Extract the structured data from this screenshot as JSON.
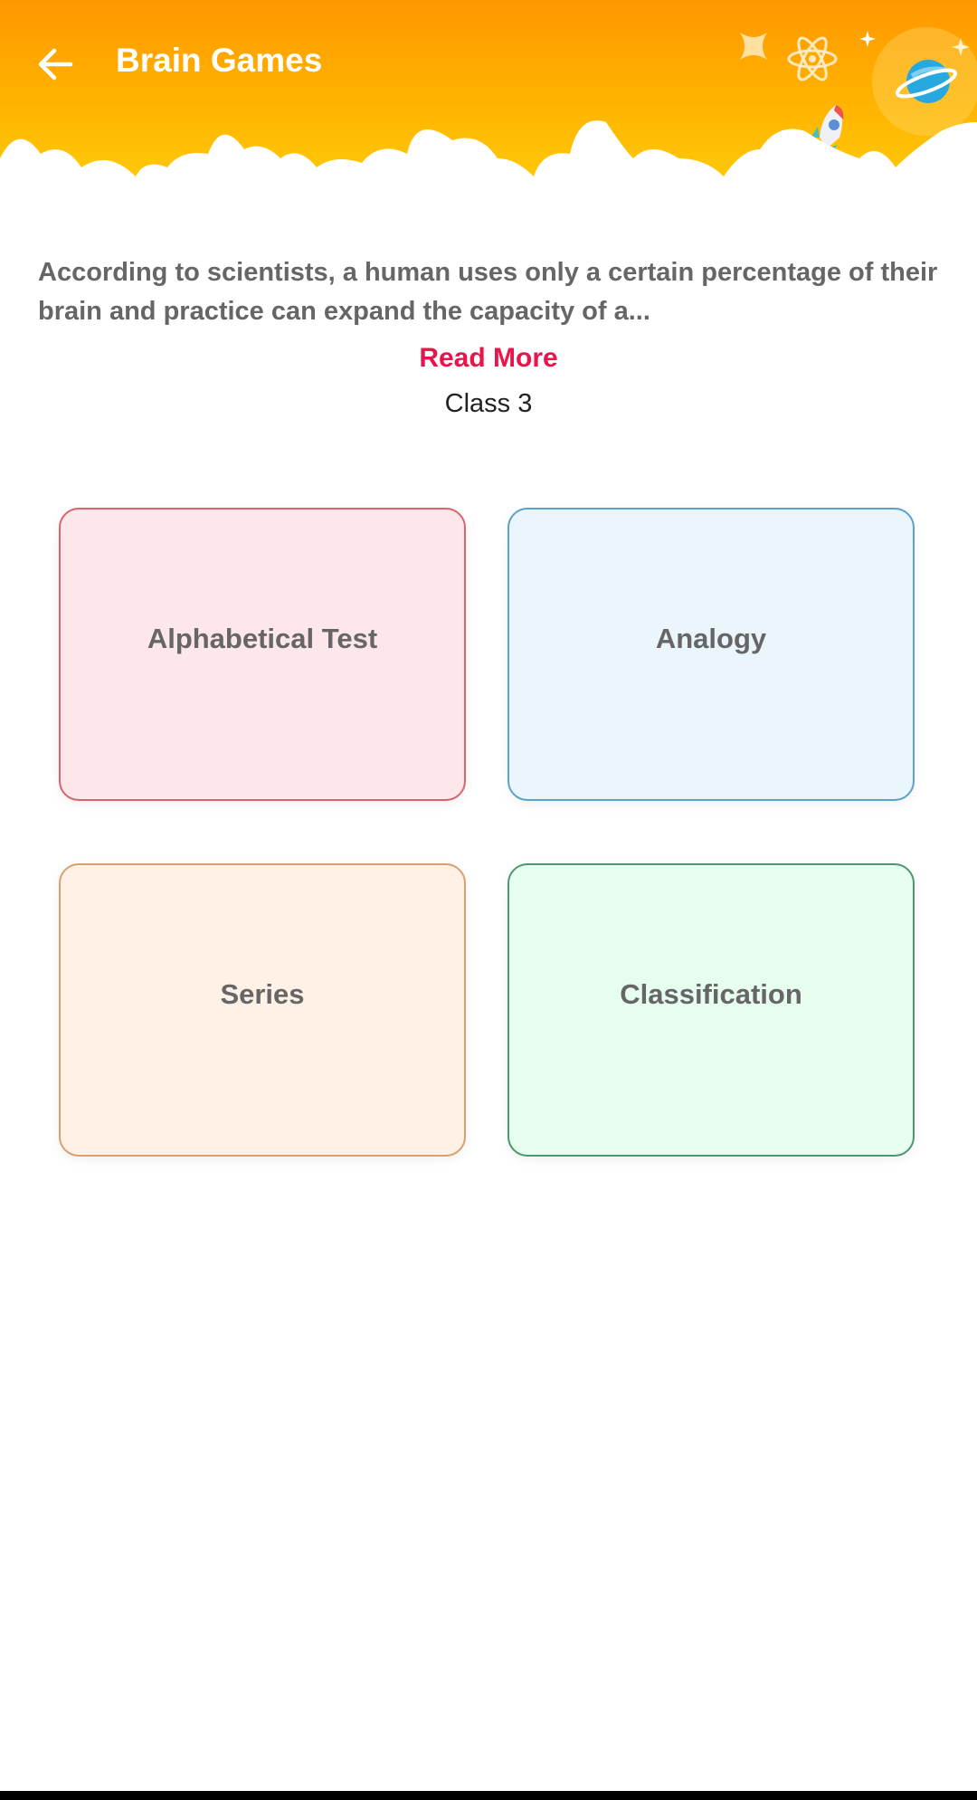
{
  "header": {
    "title": "Brain Games",
    "back_icon": "arrow-left-icon"
  },
  "intro": {
    "description": "According to scientists, a human uses only a certain percentage of their brain and practice can expand the capacity of a...",
    "read_more": "Read More",
    "class_label": "Class 3"
  },
  "games": [
    {
      "label": "Alphabetical Test",
      "bg": "#fde7ea",
      "border": "#d9636c"
    },
    {
      "label": "Analogy",
      "bg": "#eaf5fc",
      "border": "#5ba1cb"
    },
    {
      "label": "Series",
      "bg": "#fff1e6",
      "border": "#d9a06e"
    },
    {
      "label": "Classification",
      "bg": "#e6fdf0",
      "border": "#4d9670"
    }
  ],
  "colors": {
    "accent": "#e8144a",
    "header_top": "#ff9800",
    "header_bottom": "#ffca0a"
  }
}
